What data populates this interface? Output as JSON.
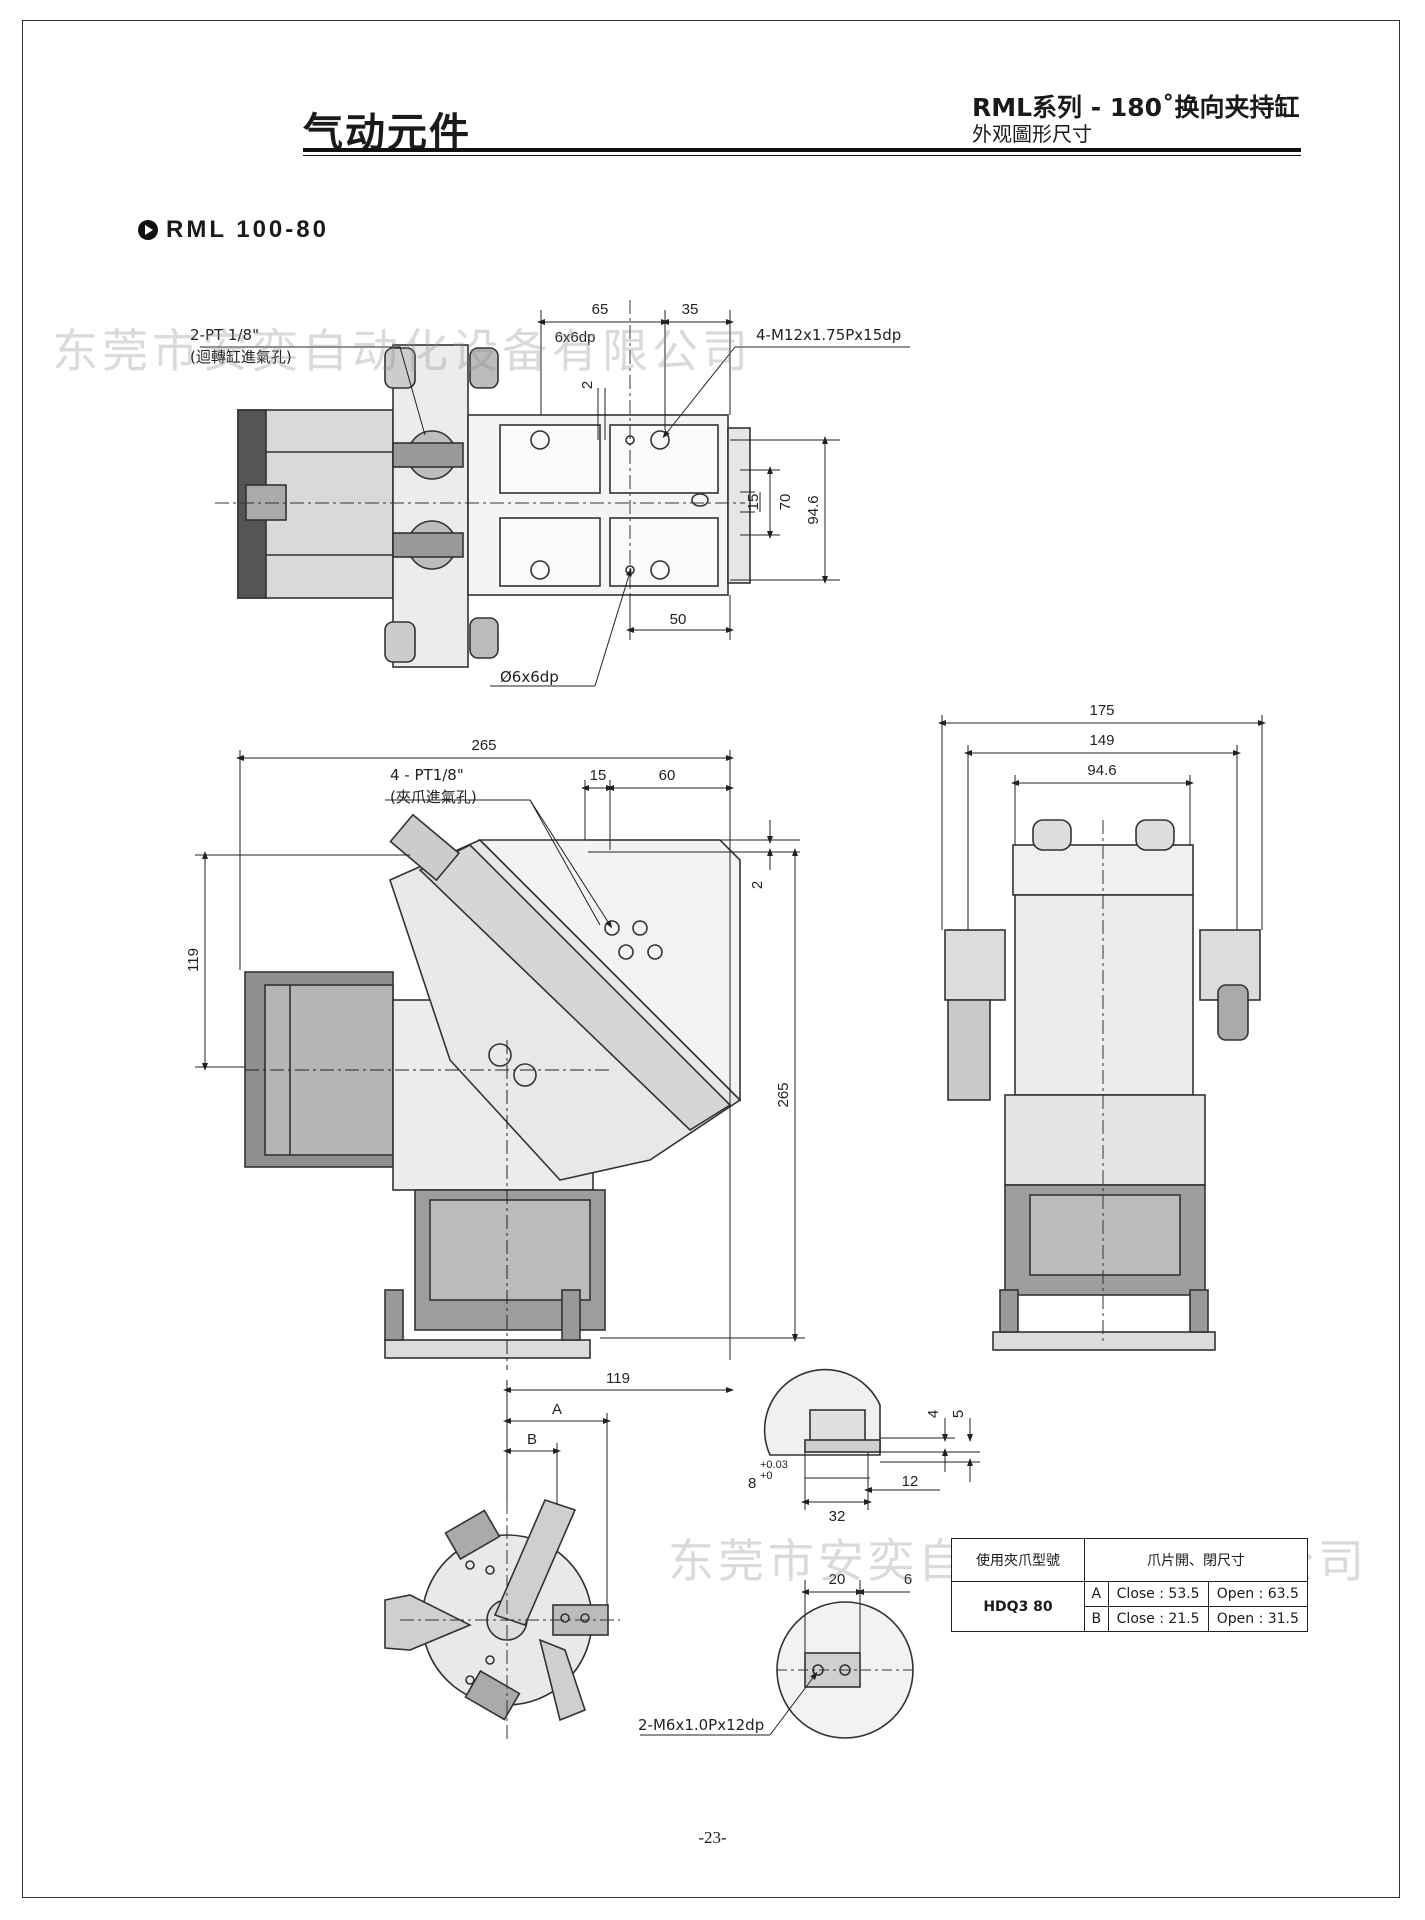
{
  "header": {
    "title": "气动元件",
    "series": "RML系列 - 180˚换向夹持缸",
    "subtitle": "外观圖形尺寸"
  },
  "model": "RML 100-80",
  "watermark": "东莞市安奕自动化设备有限公司",
  "top_view": {
    "labels": {
      "d65": "65",
      "d35": "35",
      "d6x6dp": "6x6dp",
      "d2": "2",
      "d15": "15",
      "d70": "70",
      "d94": "94.6",
      "d50": "50",
      "port_note": "2-PT 1/8\"",
      "port_note_sub": "(迴轉缸進氣孔)",
      "thread": "4-M12x1.75Px15dp",
      "pin": "Ø6x6dp"
    }
  },
  "front_view": {
    "labels": {
      "d265w": "265",
      "port_note": "4 - PT1/8\"",
      "port_note_sub": "(夾爪進氣孔)",
      "d15": "15",
      "d60": "60",
      "d2": "2",
      "d119v": "119",
      "d265h": "265",
      "d119h": "119"
    }
  },
  "side_view": {
    "labels": {
      "d175": "175",
      "d149": "149",
      "d94": "94.6"
    }
  },
  "bottom_view": {
    "labels": {
      "dA": "A",
      "dB": "B"
    }
  },
  "detail_jaw": {
    "labels": {
      "d4": "4",
      "d5": "5",
      "d8": "8",
      "tol_plus": "+0.03",
      "tol_zero": "+0",
      "d32": "32",
      "d12": "12",
      "d20": "20",
      "d6": "6",
      "screw": "2-M6x1.0Px12dp"
    }
  },
  "spec_table": {
    "col1": "使用夾爪型號",
    "col2": "爪片開、閉尺寸",
    "model": "HDQ3 80",
    "rows": [
      {
        "key": "A",
        "close": "Close : 53.5",
        "open": "Open : 63.5"
      },
      {
        "key": "B",
        "close": "Close : 21.5",
        "open": "Open : 31.5"
      }
    ]
  },
  "page_number": "-23-"
}
